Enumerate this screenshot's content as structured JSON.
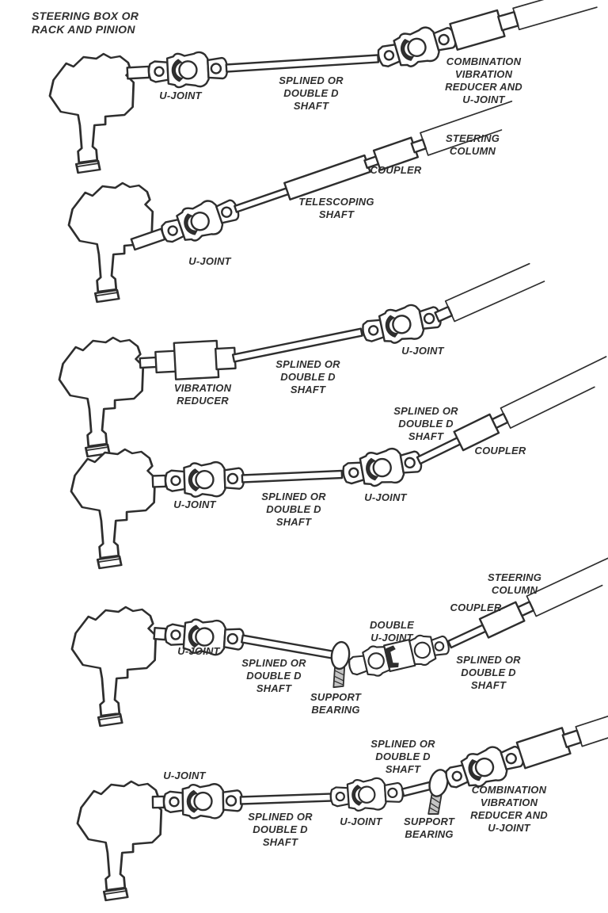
{
  "title": "STEERING BOX OR\nRACK AND PINION",
  "colors": {
    "ink": "#2e2e2e",
    "background": "#ffffff"
  },
  "labels": {
    "r1_ujoint": "U-JOINT",
    "r1_shaft": "SPLINED OR\nDOUBLE D\nSHAFT",
    "r1_combo": "COMBINATION\nVIBRATION\nREDUCER AND\nU-JOINT",
    "r2_ujoint": "U-JOINT",
    "r2_telescoping": "TELESCOPING\nSHAFT",
    "r2_coupler": "COUPLER",
    "r2_column": "STEERING\nCOLUMN",
    "r3_vibration": "VIBRATION\nREDUCER",
    "r3_shaft": "SPLINED OR\nDOUBLE D\nSHAFT",
    "r3_ujoint": "U-JOINT",
    "r4_ujoint1": "U-JOINT",
    "r4_shaft1": "SPLINED OR\nDOUBLE D\nSHAFT",
    "r4_ujoint2": "U-JOINT",
    "r4_shaft2": "SPLINED OR\nDOUBLE D\nSHAFT",
    "r4_coupler": "COUPLER",
    "r5_ujoint": "U-JOINT",
    "r5_shaft1": "SPLINED OR\nDOUBLE D\nSHAFT",
    "r5_support": "SUPPORT\nBEARING",
    "r5_double_ujoint": "DOUBLE\nU-JOINT",
    "r5_shaft2": "SPLINED OR\nDOUBLE D\nSHAFT",
    "r5_coupler": "COUPLER",
    "r5_column": "STEERING\nCOLUMN",
    "r6_ujoint1": "U-JOINT",
    "r6_shaft1": "SPLINED OR\nDOUBLE D\nSHAFT",
    "r6_ujoint2": "U-JOINT",
    "r6_shaft2": "SPLINED OR\nDOUBLE D\nSHAFT",
    "r6_support": "SUPPORT\nBEARING",
    "r6_combo": "COMBINATION\nVIBRATION\nREDUCER AND\nU-JOINT"
  }
}
